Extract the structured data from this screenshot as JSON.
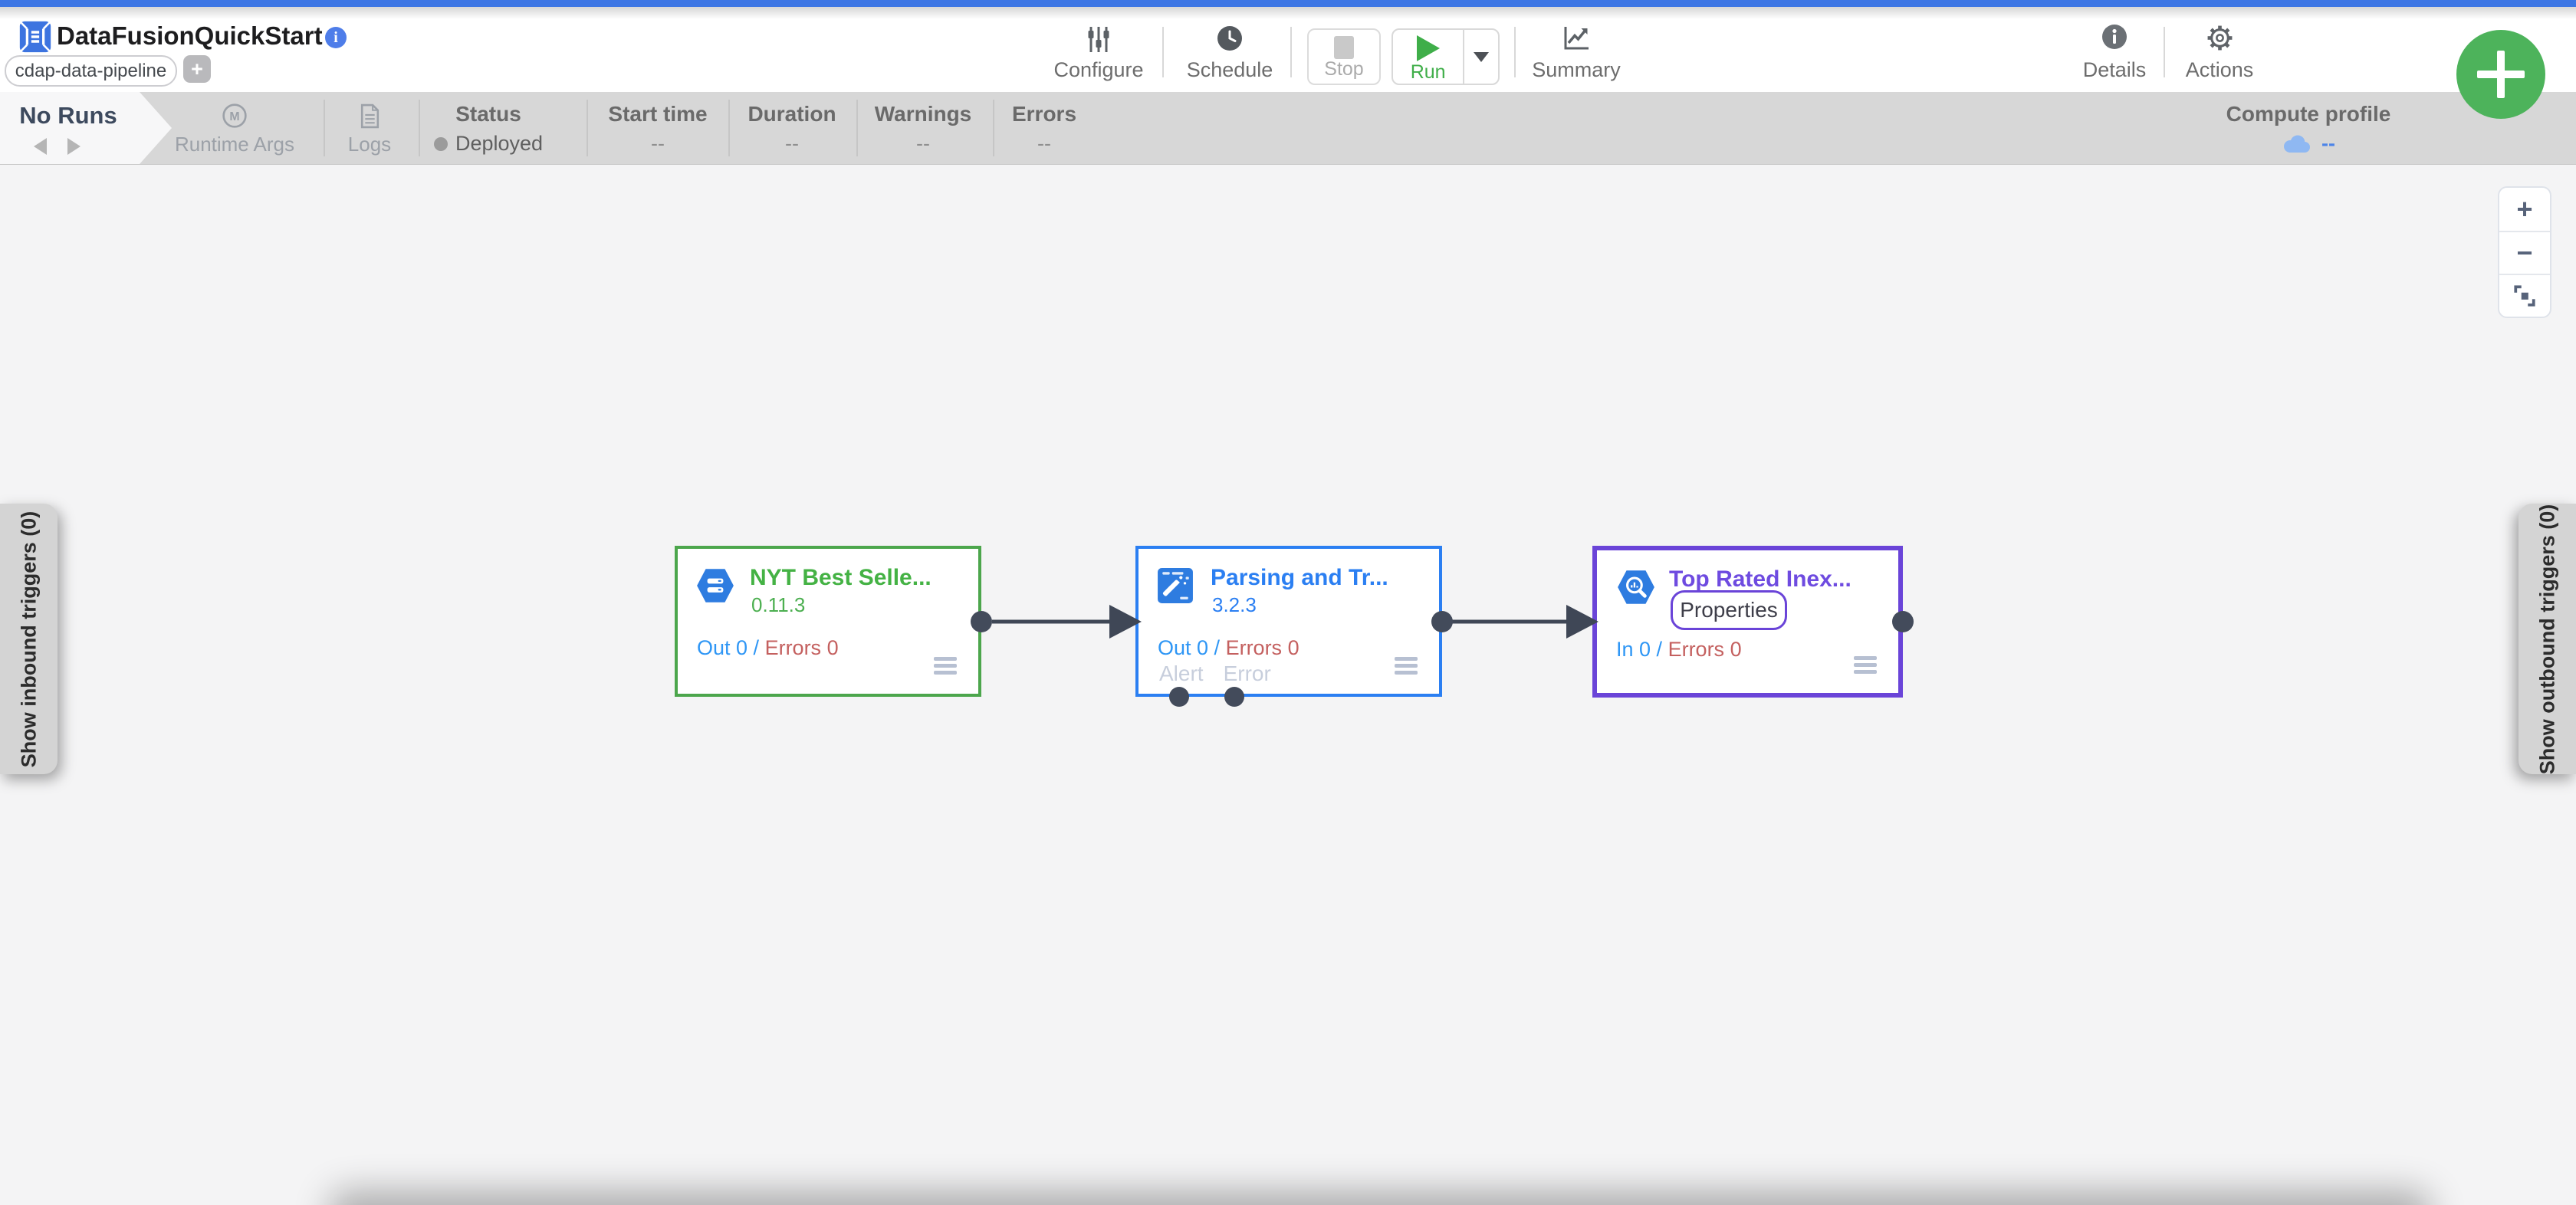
{
  "header": {
    "title": "DataFusionQuickStart",
    "tag": "cdap-data-pipeline",
    "add_tag_label": "+",
    "configure_label": "Configure",
    "schedule_label": "Schedule",
    "stop_label": "Stop",
    "run_label": "Run",
    "summary_label": "Summary",
    "details_label": "Details",
    "actions_label": "Actions"
  },
  "toolbar": {
    "no_runs": "No Runs",
    "runtime_args_label": "Runtime Args",
    "logs_label": "Logs",
    "status_label": "Status",
    "status_value": "Deployed",
    "start_time_label": "Start time",
    "start_time_value": "--",
    "duration_label": "Duration",
    "duration_value": "--",
    "warnings_label": "Warnings",
    "warnings_value": "--",
    "errors_label": "Errors",
    "errors_value": "--",
    "compute_profile_label": "Compute profile",
    "compute_profile_value": "--"
  },
  "canvas": {
    "inbound_tab": "Show inbound triggers (0)",
    "outbound_tab": "Show outbound triggers (0)",
    "zoom_in_label": "+",
    "zoom_out_label": "−",
    "nodes": [
      {
        "title": "NYT Best Selle...",
        "version": "0.11.3",
        "metric_io": "Out 0 /",
        "metric_err": "Errors 0",
        "icon": "gcs-hexagon-icon"
      },
      {
        "title": "Parsing and Tr...",
        "version": "3.2.3",
        "metric_io": "Out 0 /",
        "metric_err": "Errors 0",
        "port_alert": "Alert",
        "port_error": "Error",
        "icon": "wrangler-icon"
      },
      {
        "title": "Top Rated Inex...",
        "properties_label": "Properties",
        "metric_io": "In 0 /",
        "metric_err": "Errors 0",
        "icon": "bigquery-hexagon-icon"
      }
    ]
  },
  "colors": {
    "top_strip": "#3d76e4",
    "toolbar_bg": "#d7d7d7",
    "canvas_bg": "#f4f4f5",
    "run_green": "#3fae49",
    "add_button_green": "#4db35b",
    "source_accent": "#4ca64c",
    "transform_accent": "#2b7ff2",
    "sink_accent": "#6a44d8",
    "metric_io_blue": "#2e96f5",
    "metric_err_red": "#c4605f",
    "port_slate": "#434b5b",
    "compute_cloud_blue": "#8fb8f2"
  }
}
